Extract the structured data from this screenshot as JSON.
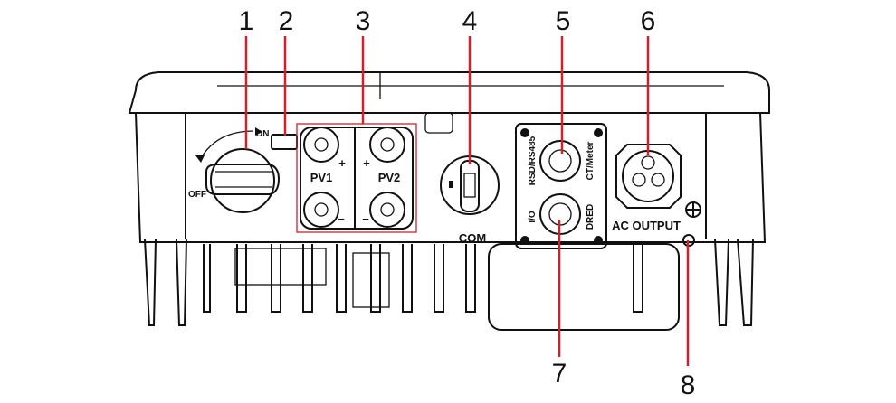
{
  "callouts": [
    "1",
    "2",
    "3",
    "4",
    "5",
    "6",
    "7",
    "8"
  ],
  "labels": {
    "on": "ON",
    "off": "OFF",
    "pv1": "PV1",
    "pv2": "PV2",
    "plus": "+",
    "minus": "−",
    "com": "COM",
    "rsd_rs485": "RSD/RS485",
    "ct_meter": "CT/Meter",
    "io": "I/O",
    "dred": "DRED",
    "ac_output": "AC OUTPUT"
  },
  "colors": {
    "callout_line": "#d0202a",
    "outline": "#111111"
  }
}
